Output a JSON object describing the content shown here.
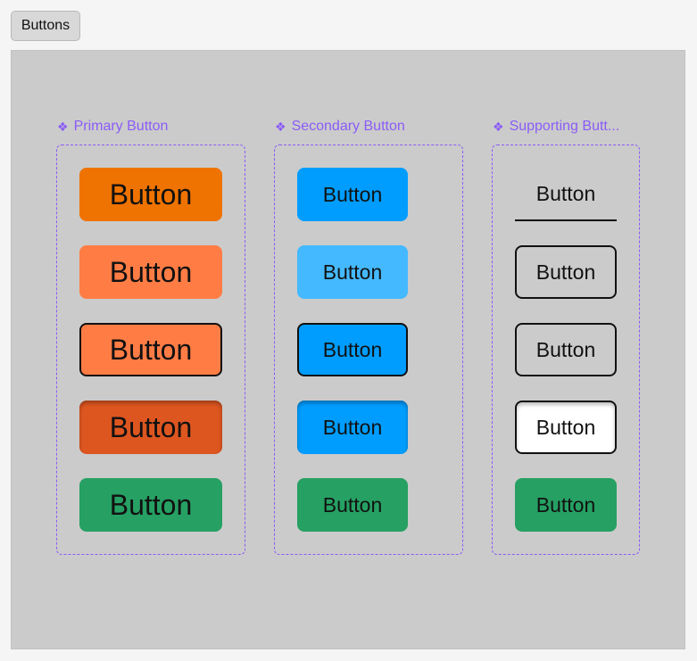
{
  "tab": {
    "label": "Buttons"
  },
  "components": {
    "primary": {
      "glyph": "❖",
      "label": "Primary Button"
    },
    "secondary": {
      "glyph": "❖",
      "label": "Secondary Button"
    },
    "supporting": {
      "glyph": "❖",
      "label": "Supporting Butt..."
    }
  },
  "buttons": {
    "primary": [
      "Button",
      "Button",
      "Button",
      "Button",
      "Button"
    ],
    "secondary": [
      "Button",
      "Button",
      "Button",
      "Button",
      "Button"
    ],
    "supporting": [
      "Button",
      "Button",
      "Button",
      "Button",
      "Button"
    ]
  },
  "colors": {
    "accent_purple": "#8a5cf6",
    "primary_default": "#ef7300",
    "primary_hover": "#ff7d45",
    "primary_focus": "#ff7d45",
    "primary_pressed": "#dd5620",
    "secondary_default": "#009dff",
    "secondary_hover": "#45b9ff",
    "success_green": "#26a063",
    "canvas_bg": "#cbcbcb"
  }
}
